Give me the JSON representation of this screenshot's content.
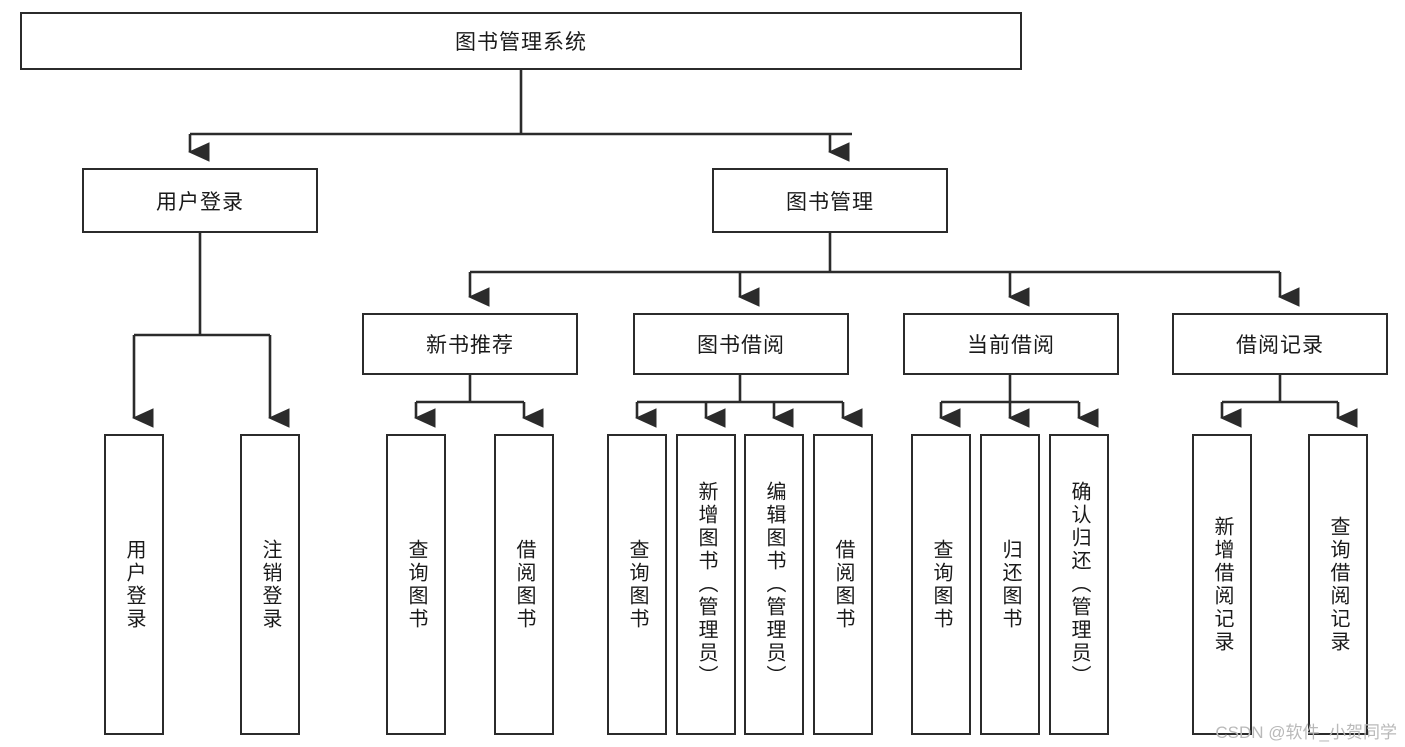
{
  "diagram": {
    "title": "图书管理系统",
    "type": "tree-hierarchy",
    "stroke_color": "#2b2b2b",
    "fill_color": "#ffffff",
    "text_color": "#1a1a1a",
    "root": {
      "label": "图书管理系统"
    },
    "level2": [
      {
        "label": "用户登录"
      },
      {
        "label": "图书管理"
      }
    ],
    "level3": [
      {
        "label": "新书推荐"
      },
      {
        "label": "图书借阅"
      },
      {
        "label": "当前借阅"
      },
      {
        "label": "借阅记录"
      }
    ],
    "leaves": [
      {
        "label": "用户登录",
        "parent": "用户登录"
      },
      {
        "label": "注销登录",
        "parent": "用户登录"
      },
      {
        "label": "查询图书",
        "parent": "新书推荐"
      },
      {
        "label": "借阅图书",
        "parent": "新书推荐"
      },
      {
        "label": "查询图书",
        "parent": "图书借阅"
      },
      {
        "label": "新增图书（管理员）",
        "parent": "图书借阅"
      },
      {
        "label": "编辑图书（管理员）",
        "parent": "图书借阅"
      },
      {
        "label": "借阅图书",
        "parent": "图书借阅"
      },
      {
        "label": "查询图书",
        "parent": "当前借阅"
      },
      {
        "label": "归还图书",
        "parent": "当前借阅"
      },
      {
        "label": "确认归还（管理员）",
        "parent": "当前借阅"
      },
      {
        "label": "新增借阅记录",
        "parent": "借阅记录"
      },
      {
        "label": "查询借阅记录",
        "parent": "借阅记录"
      }
    ]
  },
  "watermark": {
    "text": "CSDN @软件_小贺同学"
  }
}
